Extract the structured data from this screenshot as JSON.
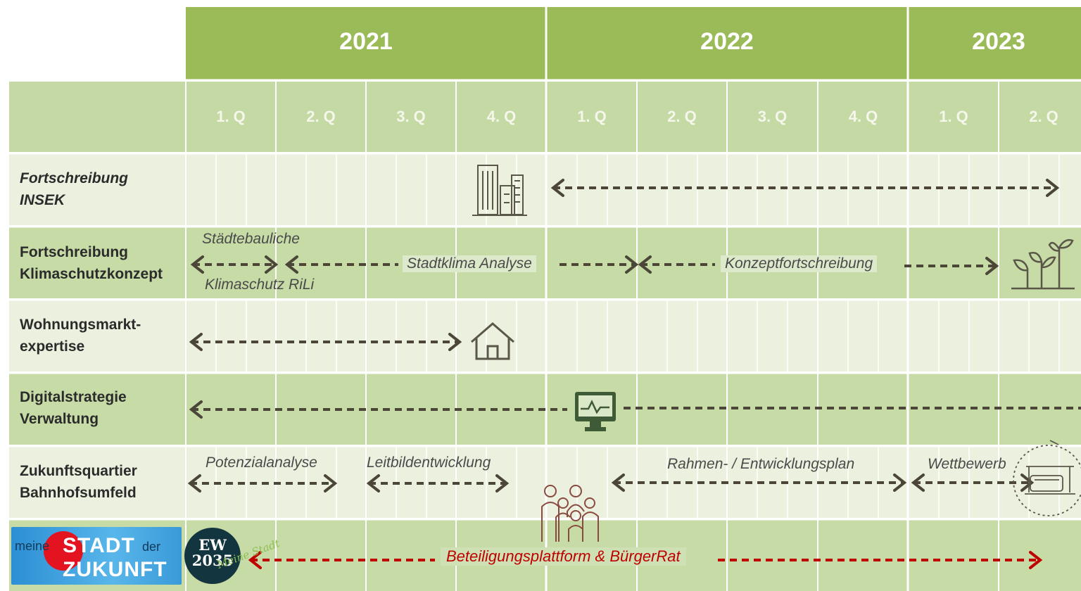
{
  "header": {
    "years": [
      "2021",
      "2022",
      "2023"
    ],
    "quarters": [
      "1. Q",
      "2. Q",
      "3. Q",
      "4. Q",
      "1. Q",
      "2. Q",
      "3. Q",
      "4. Q",
      "1. Q",
      "2. Q"
    ]
  },
  "rows": [
    {
      "label_lines": [
        "Fortschreibung",
        "INSEK"
      ]
    },
    {
      "label_lines": [
        "Fortschreibung",
        "Klimaschutzkonzept"
      ]
    },
    {
      "label_lines": [
        "Wohnungsmarkt-",
        "expertise"
      ]
    },
    {
      "label_lines": [
        "Digitalstrategie",
        "Verwaltung"
      ]
    },
    {
      "label_lines": [
        "Zukunftsquartier",
        "Bahnhofsumfeld"
      ]
    }
  ],
  "annotations": {
    "staedtebauliche": "Städtebauliche",
    "klimaschutz_rili": "Klimaschutz RiLi",
    "stadtklima": "Stadtklima Analyse",
    "konzept": "Konzeptfortschreibung",
    "potenzial": "Potenzialanalyse",
    "leitbild": "Leitbildentwicklung",
    "rahmen": "Rahmen- / Entwicklungsplan",
    "wettbewerb": "Wettbewerb",
    "beteiligung": "Beteiligungsplattform & BürgerRat"
  },
  "logos": {
    "stadt_meine": "meine",
    "stadt_stadt": "STADT",
    "stadt_der": "der",
    "stadt_zukunft": "ZUKUNFT",
    "ew_top": "EW",
    "ew_year": "2035",
    "ew_sub": "Meine Stadt"
  },
  "icons": [
    "buildings-icon",
    "plant-icon",
    "house-icon",
    "monitor-icon",
    "people-icon",
    "train-station-icon"
  ],
  "colors": {
    "header_green": "#9bbb59",
    "quarter_green": "#c5d9a5",
    "row_light": "#ebf1de",
    "row_dark": "#c6dba6",
    "arrow": "#4b4638",
    "arrow_red": "#c00000"
  }
}
